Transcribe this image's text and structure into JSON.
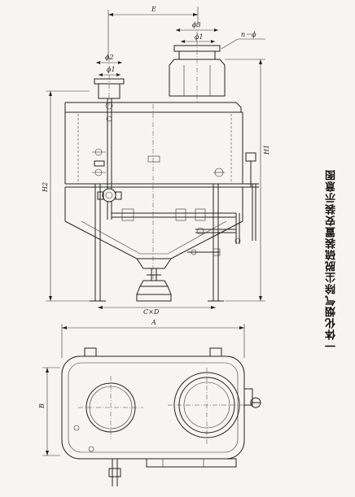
{
  "caption": "一体化烟气除尘脱硫装置安装示意图",
  "labels": {
    "E": "E",
    "phi3": "ϕ3",
    "phi1_top": "ϕ1",
    "n_phi": "n－ϕ",
    "phi2": "ϕ2",
    "phi1_left": "ϕ1",
    "H2": "H2",
    "H1": "H1",
    "CxD": "C×D",
    "A": "A",
    "B": "B"
  }
}
